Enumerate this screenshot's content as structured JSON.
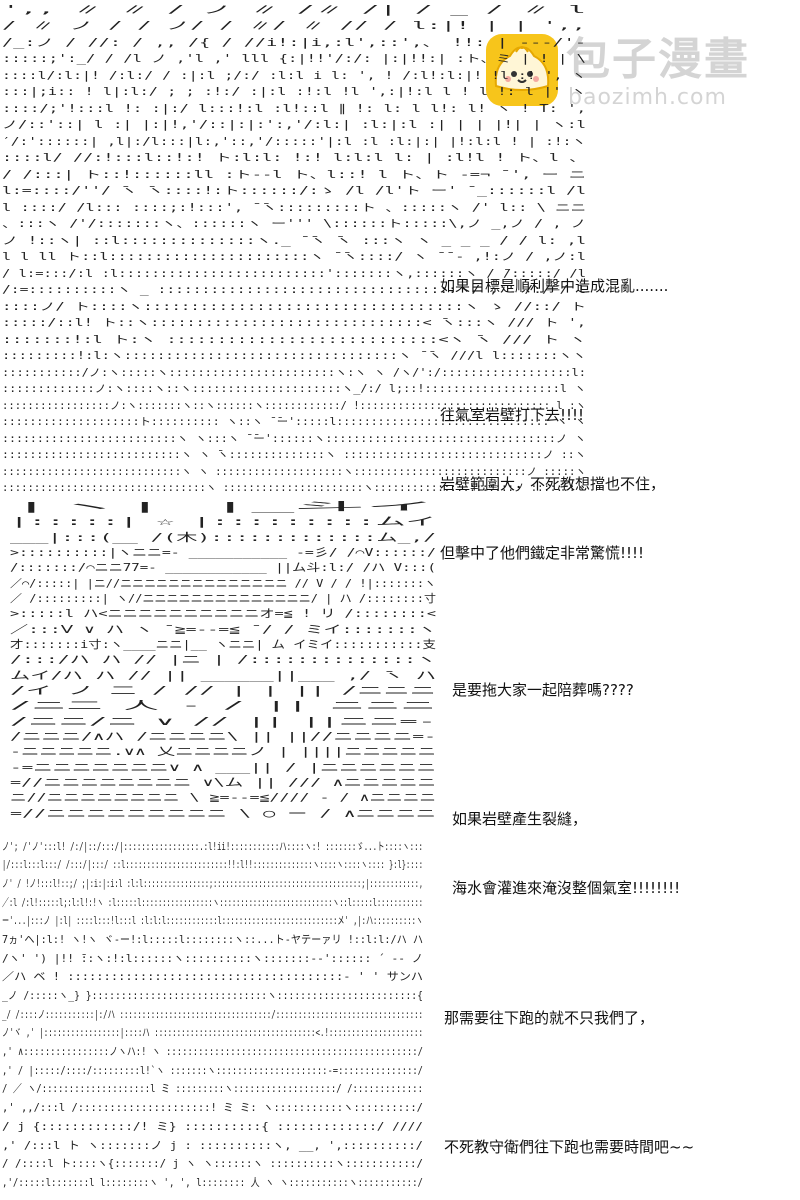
{
  "watermark": {
    "title": "包子漫畫",
    "url": "baozimh.com",
    "logo_icon": "bun-mascot-icon",
    "logo_color": "#f7c51b",
    "text_color": "#d4d4d4"
  },
  "panels": [
    {
      "id": "panel-1",
      "art": "ascii-art-crowd-scene",
      "lines": [
        "',, ∥ ∥ / ノ  ∥ /∥ /|  / _ / ∥    l",
        "/ ∥ ノ / / ノ/ / ∥/ ∥ //  / l:|!  |    | ',,",
        "/_:ノ / //: / ,, /{  /  //i!:|i,:l',::',、 !!:  |   ---/'-",
        ":::::;':_/ / /l ノ ,'l ,'  lll {:|!!'/:/: |:|!!:| :ト、ミ  |  !  | \\",
        "::::l/:l:|!  /:l:/ / :|:l ;/:/  :l:l i l: ', ! /:l!:l:|! !l  :! ', ヽ",
        ":::|;i:: ! l|:l:/ ; ; :!:/ :|:l :!:l !l ',:|!:l l ! l !: l |' ヽ",
        "::::/;'!:::l !: :|:/ l:::!:l :l!::l  ∥ !: l: l l!: l!  ヽ ! ̄T: ',",
        "ノ/::'::| l :| |:|!,'/::|:|:':,'/:l:| :l:|:l :| | | |!| |  ヽ:l",
        " ′/:'::::::| ,l|:/l:::|l:,'::,'/:::::'|:l :l :l:|:| |!:l:l ! | :!:ヽ",
        "::::l/ //:!:::l::!:!   ト:l:l: !:!  l:l:l l: | :l!l ! ト、l 、",
        "/ /:::| ト::!::::::ll :ト--l ト、l::!   l ト、ト -=¬ ̄  ',    ー ニ ",
        "l:=::::/''/ ̄ヽ ̄ヽ::::!:ト::::::/:ゝ   /l  /l'ト ー' ̄  _::::::l /l  ",
        "l  ::::/ /l::: ::::;:!:::',  ̄ ̄ヽ:::::::::ト 、:::::ヽ   /'  l:: \\ ニニ",
        "、:::ヽ /'/:::::::ヽ、::::::ヽ ー'''  \\::::::ト:::::\\,ノ _,ノ  / , ノ",
        "ノ !::ヽ| ::l::::::::::::::ヽ._ ̄ ̄ヽ ̄ヽ :::ヽ ヽ _ _ _ / / l: ,l",
        " l l ll  ト::l::::::::::::::::::::::ヽ ̄ ̄ヽ::::/ ヽ ̄  ̄ -  ,!:ノ  / ,ノ:l",
        "/ l:=:::/:l :l:::::::::::::::::::::::::':::::::ヽ,::::::ヽ  / ̄/:::::/ /l",
        "/:=::::::::::ヽ _ ::::::::::::::::::::::::::::::::::ヽ/ ;''  /:/  /  l",
        "::::ノ/  ト::::ヽ::::::::::::::::::::::::::::::::::ヽ  ゝ    //::/ ト",
        ":::::/::l! ト::ヽ::::::::::::::::::::::::::::::< ̄ヽ:::ヽ   ///  ト ',",
        ":::::::!:l  ト:ヽ :::::::::::::::::::::::::::<ヽ ̄ヽ    ///  ト  ヽ",
        ":::::::::!:l:ヽ:::::::::::::::::::::::::::::::::ヽ ̄ ̄ヽ  ///l l:::::::ヽヽ",
        ":::::::::::/ノ:ヽ:::::ヽ:::::::::::::::::::::::ヽ:ヽ ヽ  /ヽ/':/::::::::::::::::::l:",
        ":::::::::::::ノ:ヽ::::ヽ::ヽ:::::::::::::::::::::ヽ_/:/  l;::!:::::::::::::::::::l ヽ",
        ":::::::::::::::::ノ:ヽ:::::::ヽ::ヽ::::::ヽ::::::::::::/ !:::::::::::::::::::::::::::::: l :ヽ",
        "::::::::::::::::::::ト:::::::::: ヽ::ヽ  ̄ ̄ー':::::l::::::::::::::::::::::::::::::: ヽ  ヽ",
        ":::::::::::::::::::::::::ヽ ヽ:::ヽ  ̄ ̄ー'::::::ヽ:::::::::::::::::::::::::::::::::ノ ヽ",
        "::::::::::::::::::::::::::ヽ  ヽ  ̄ヽ::::::::::::::ヽ :::::::::::::::::::::::::::::ノ  ::ヽ",
        "::::::::::::::::::::::::::::ヽ  ヽ ::::::::::::::::::::ヽ:::::::::::::::::::::::::::ノ   :::::ヽ",
        "::::::::::::::::::::::::::::::::ヽ   ::::::::::::::::::::::ヽ::::::::::::::::::::::ノ    :::::::ヽ"
      ]
    },
    {
      "id": "panel-2",
      "art": "ascii-art-captain-portrait",
      "lines": [
        "            |ヽ|                                 |_斗イ",
        "           |:::::|            ☆                 |:::::::::ムイ",
        "      ___|:::(__                          /(木):::::::::::::ム_,/",
        "       >::::::::::|ヽニニ=- ___________ -=彡/ /⌒V::::::/",
        "      /:::::::/⌒ニニ77=- ____________ ||ム斗:l:/ /ハ V:::(",
        "    ／⌒/:::::| |ニ//ニニニニニニニニニニニニニニ //  V / / !|:::::::ヽ",
        "    ／ /:::::::::|  ヽ//ニニニニニニニニニニニニニニ/   | ハ  /::::::::寸",
        "        >:::::l  ハ<ニニニニニニニニニニオ=≦    ! リ /::::::::<",
        "        ／:::Ⅴ ∨ ハ ヽ ̄ ≧=--=≦  ̄  / / ミイ:::::::ヽ",
        "   才:::::::i寸:ヽ____ニニ|__ ヽニニ|  ム  イミイ:::::::::::支",
        "     /:::/ハ ハ     //  |ニ      |      /::::::::::::::ヽ",
        "      ムイ/ハ ハ   //   ||   ______||___ ,/ ̄ヽ ハ",
        "       /イ ノ 二 /    //  |  |    ||   /ニニニ",
        "          /ニ二         人  -   /        || ニニニ",
        "       /ニニ/ニ   ∨       //          ||  ||ニニ=-",
        "      /ニニニ/∧ハ  /ニニニニ\\           ||  ||//ニニニニ=-",
        "   -ニニニニニ.∨∧  乂ニニニニノ          | ||||ニニニニニ",
        "  -=ニニニニニニニ∨ ∧        ___||         / |ニニニニニニ",
        " =//ニニニニニニニニ ∨\\ム         ||       ///  ∧ニニニニニ",
        " ニ//ニニニニニニニニ  \\      ≧=--=≦//// -  /  ∧ニニニニ",
        " =//ニニニニニニニニニ    \\        ○   ー   /    ∧ニニニニ"
      ]
    },
    {
      "id": "panel-3",
      "art": "ascii-art-close-up",
      "lines": [
        "ノ'; /'ノ':::l!  /:/|::/:::/|:::::::::::::::::.:l!ii!:::::::::::ハ::::ヽ:! :::::::ゞ...ト::::ヽ:::",
        "   |/:::l:::l:::/ /:::/|:::/  ::l::::::::::::::::::::::::!!:l!!::::::::::::::ヽ::::ヽ::::ヽ::::  }:l}::::",
        "ノ' /  !ノ!:::l!::;/  ;|:i:|:i:l    :l:l::::::::::::::::;::::::::::::::::::::::::::::::::::::;|::::::::::::,",
        "     ／:l /:l!:::::l;:l:l!:!ヽ  :l:::::l:::::::::::::::::ヽ:::::::::::::::::::::::::::ヽ::l:::::l:::::::::::",
        "   ー'...|:::ノ |:l| ::::l:::!l:::l :l:l:l::::::::::::l:::::::::::::::::::::::::::メ' ,|:ハ::::::::::ヽ",
        "        7ヵ'ヘ|:l:!  ヽ!ヽ   ヾ-ー!:l:::::l::::::::ヽ::...ト-ヤテーァリ !::l:l:/ハ ハ",
        "          /ヽ'  ')    |!!   ̄::ヽ:!:l::::::ヽ::::::::::ヽ:::::::--'::::::  ´  -- ノ",
        "           ／ハ ベ !       ::::::::::::::::::::::::::::::::::::::-  ' ' サンハ",
        "         _ノ /:::::ヽ_}        }::::::::::::::::::::::::::::::ヽ::::::::::::::::::::::::{",
        "   _/ /::::ノ:::::::::::|:/ハ    ::::::::::::::::::::::::::::::::::/:::::::::::::::::::::::::::::::::",
        "   ノ'ヾ ,'  |:::::::::::::::::|::::ハ   ::::::::::::::::::::::::::::::::::::<.!:::::::::::::::::::::",
        "  ,'     ∧::::::::::::::::ノヽハ:! ヽ   :::::::::::::::::::::::::::::::::::::::::::::::/",
        "  ,'    /  |:::::/::::/:::::::::l!`ヽ  :::::::ヽ:::::::::::::::::::::-=:::::::::::::::/",
        "  /  ／   ヽ/::::::::::::::::::::l ミ    :::::::::ヽ:::::::::::::::::::/ /:::::::::::::",
        ",' ,,/:::l      /:::::::::::::::::::::!  ミ  ミ:   ヽ:::::::::::ヽ::::::::::/",
        "       /    j        {::::::::::::/!  ミ}    ::::::::::{ :::::::::::::/ ////",
        "    ,'     /:::l  ト  ヽ:::::::ノ  j  :   ::::::::::ヽ,   __,  ',::::::::::/",
        "    /   /::::l  ト::::ヽ{:::::::/  j  ヽ ヽ::::::ヽ ::::::::::ヽ:::::::::::/",
        " ,'/:::::l:::::::l l::::::::ヽ ', ', l::::::::  人  ヽ ヽ:::::::::::ヽ:::::::::::/ "
      ]
    }
  ],
  "dialogues": [
    {
      "id": "dialogue-1",
      "groups": [
        [
          "如果目標是順利擊中造成混亂......."
        ],
        [
          "往氣室岩壁打下去!!!!",
          "岩壁範圍大，不死教想擋也不住，",
          "但擊中了他們鐵定非常驚慌!!!!"
        ]
      ]
    },
    {
      "id": "dialogue-2",
      "groups": [
        [
          "是要拖大家一起陪葬嗎????"
        ],
        [
          "如果岩壁產生裂縫，",
          "海水會灌進來淹沒整個氣室!!!!!!!!"
        ]
      ]
    },
    {
      "id": "dialogue-3",
      "groups": [
        [
          "那需要往下跑的就不只我們了，"
        ],
        [
          "不死教守衛們往下跑也需要時間吧~~"
        ]
      ]
    }
  ]
}
